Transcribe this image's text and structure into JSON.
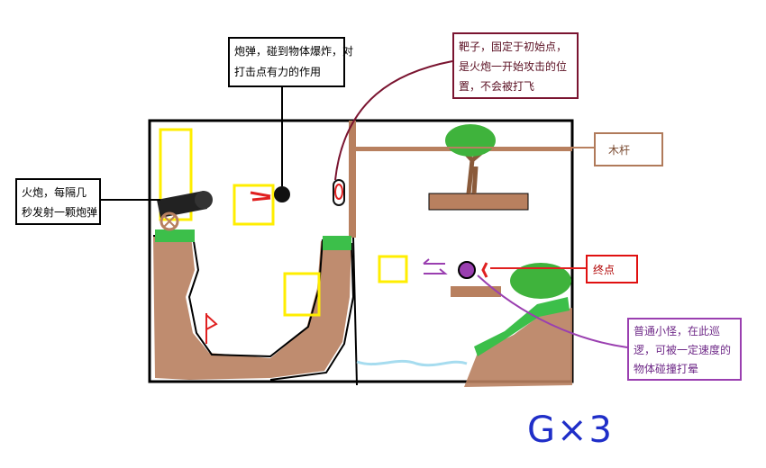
{
  "annotations": {
    "cannon": [
      "火炮，每隔几",
      "秒发射一颗炮弹"
    ],
    "shell": [
      "炮弹，碰到物体爆炸，对",
      "打击点有力的作用"
    ],
    "target": [
      "靶子，固定于初始点，",
      "是火炮一开始攻击的位",
      "置，不会被打飞"
    ],
    "pole": "木杆",
    "endpoint": "终点",
    "monster": [
      "普通小怪，在此巡",
      "逻，可被一定速度的",
      "物体碰撞打晕"
    ]
  },
  "handwriting": "G×3",
  "colors": {
    "outline": "#000000",
    "wood": "#b8805f",
    "grass": "#3cbf4a",
    "tree": "#3fb33c",
    "trunk": "#8a5a3a",
    "water": "#a6dcef",
    "yellow_box": "#ffee00",
    "target_red": "#e02020",
    "monster_purple": "#9a3fb0",
    "target_line": "#7a1430",
    "handwriting_blue": "#1f2ec8"
  }
}
